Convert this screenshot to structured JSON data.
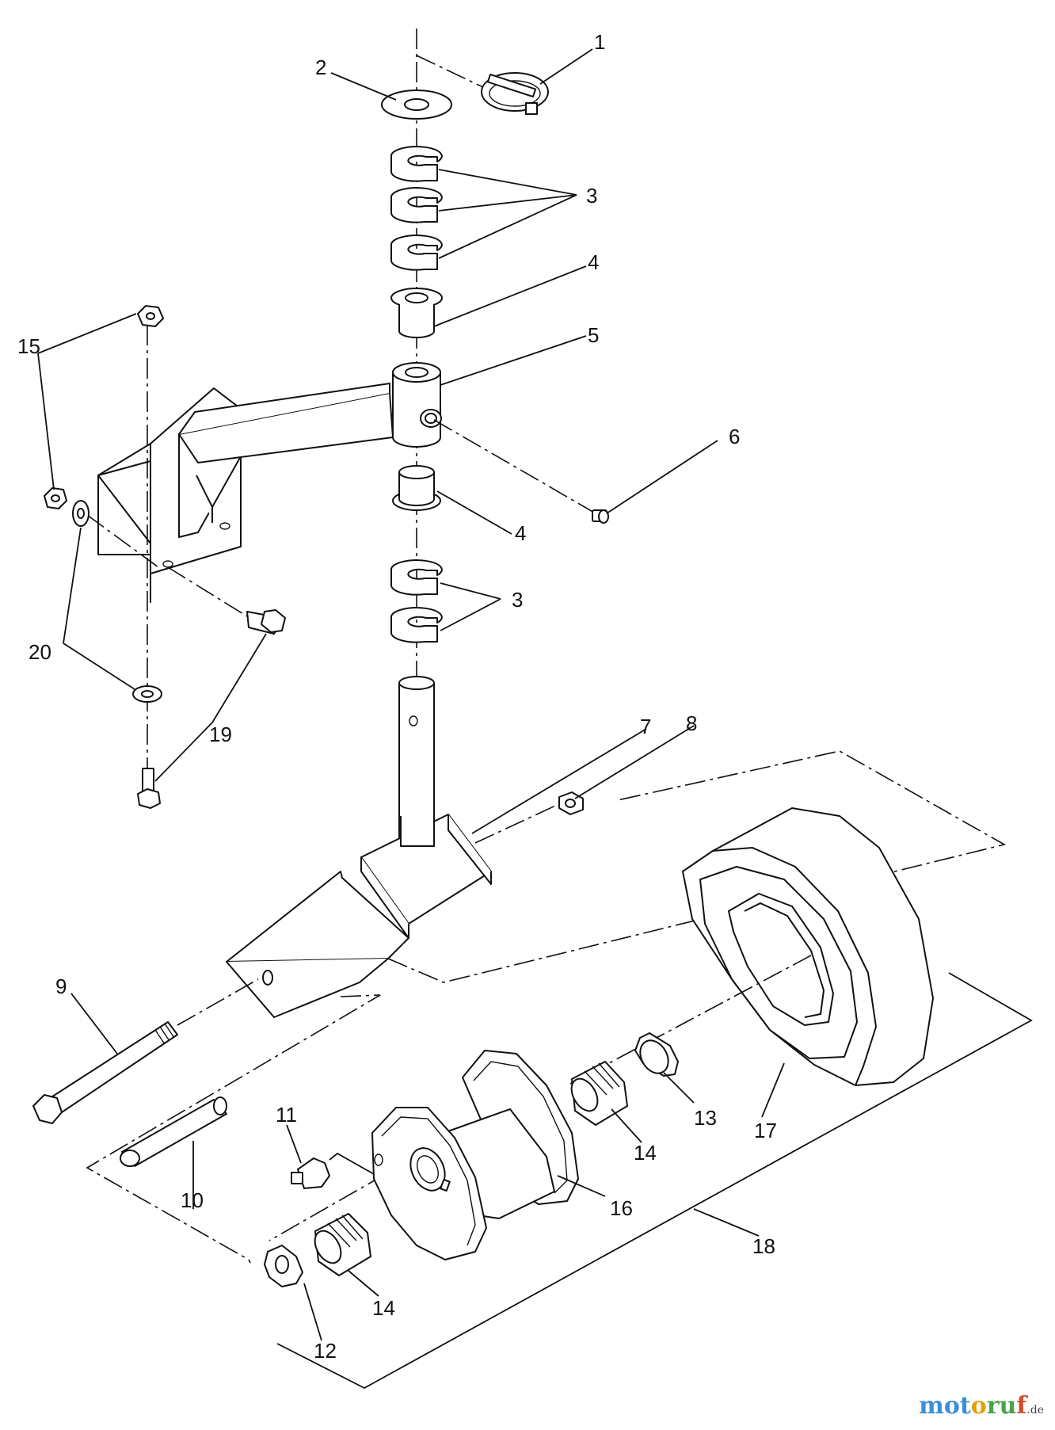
{
  "callouts": {
    "c1": "1",
    "c2": "2",
    "c3a": "3",
    "c3b": "3",
    "c4a": "4",
    "c4b": "4",
    "c5": "5",
    "c6": "6",
    "c7": "7",
    "c8": "8",
    "c9": "9",
    "c10": "10",
    "c11": "11",
    "c12": "12",
    "c13": "13",
    "c14a": "14",
    "c14b": "14",
    "c15": "15",
    "c16": "16",
    "c17": "17",
    "c18": "18",
    "c19": "19",
    "c20": "20"
  },
  "watermark": {
    "part1": "mot",
    "part2": "o",
    "part3": "ru",
    "part4": "f",
    "suffix": ".de"
  }
}
